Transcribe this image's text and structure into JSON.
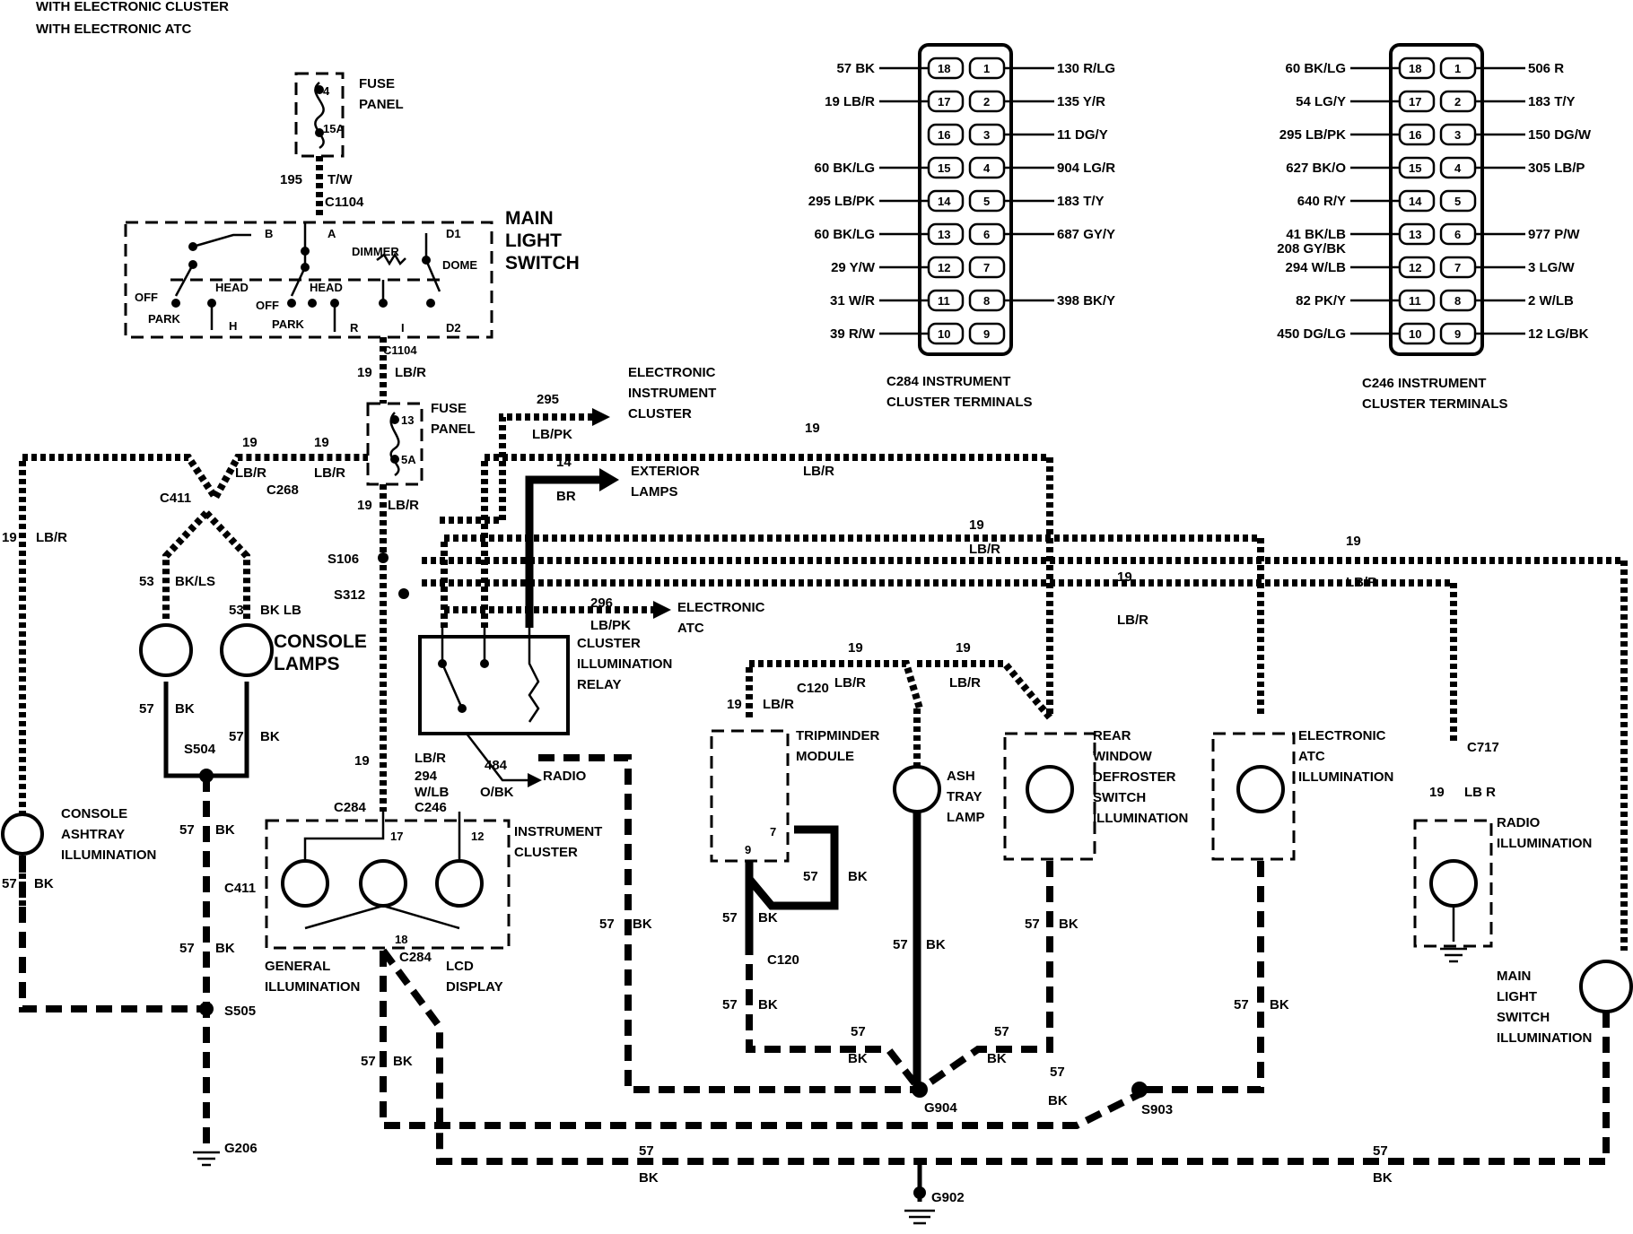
{
  "header": {
    "line1": "WITH ELECTRONIC CLUSTER",
    "line2": "WITH ELECTRONIC ATC"
  },
  "components": {
    "fuse_panel_top": {
      "label1": "FUSE",
      "label2": "PANEL",
      "pin": "4",
      "rating": "15A"
    },
    "fuse_panel_mid": {
      "label1": "FUSE",
      "label2": "PANEL",
      "pin": "13",
      "rating": "5A"
    },
    "main_light_switch": {
      "l1": "MAIN",
      "l2": "LIGHT",
      "l3": "SWITCH",
      "pin_b": "B",
      "pin_a": "A",
      "pin_d1": "D1",
      "pin_d2": "D2",
      "pin_h": "H",
      "pin_r": "R",
      "pin_i": "I",
      "off1": "OFF",
      "head1": "HEAD",
      "park1": "PARK",
      "off2": "OFF",
      "head2": "HEAD",
      "park2": "PARK",
      "dimmer": "DIMMER",
      "dome": "DOME"
    },
    "elec_cluster": {
      "l1": "ELECTRONIC",
      "l2": "INSTRUMENT",
      "l3": "CLUSTER"
    },
    "exterior_lamps": {
      "l1": "EXTERIOR",
      "l2": "LAMPS"
    },
    "electronic_atc": {
      "l1": "ELECTRONIC",
      "l2": "ATC"
    },
    "relay": {
      "l1": "CLUSTER",
      "l2": "ILLUMINATION",
      "l3": "RELAY"
    },
    "console_lamps": {
      "l1": "CONSOLE",
      "l2": "LAMPS"
    },
    "console_ashtray": {
      "l1": "CONSOLE",
      "l2": "ASHTRAY",
      "l3": "ILLUMINATION"
    },
    "instrument_cluster": {
      "l1": "INSTRUMENT",
      "l2": "CLUSTER",
      "pin17": "17",
      "pin12": "12",
      "pin18": "18"
    },
    "general_illum": {
      "l1": "GENERAL",
      "l2": "ILLUMINATION"
    },
    "lcd_display": {
      "l1": "LCD",
      "l2": "DISPLAY"
    },
    "tripminder": {
      "l1": "TRIPMINDER",
      "l2": "MODULE",
      "pin7": "7",
      "pin9": "9"
    },
    "ash_tray": {
      "l1": "ASH",
      "l2": "TRAY",
      "l3": "LAMP"
    },
    "rear_window": {
      "l1": "REAR",
      "l2": "WINDOW",
      "l3": "DEFROSTER",
      "l4": "SWITCH",
      "l5": "ILLUMINATION"
    },
    "atc_illum": {
      "l1": "ELECTRONIC",
      "l2": "ATC",
      "l3": "ILLUMINATION"
    },
    "radio_illum": {
      "l1": "RADIO",
      "l2": "ILLUMINATION"
    },
    "main_light_illum": {
      "l1": "MAIN",
      "l2": "LIGHT",
      "l3": "SWITCH",
      "l4": "ILLUMINATION"
    },
    "radio": {
      "l1": "RADIO"
    }
  },
  "connectors": {
    "c1104a": "C1104",
    "c1104b": "C1104",
    "c411a": "C411",
    "c411b": "C411",
    "c268": "C268",
    "c284a": "C284",
    "c284b": "C284",
    "c246": "C246",
    "c120a": "C120",
    "c120b": "C120",
    "c717": "C717",
    "s106": "S106",
    "s312": "S312",
    "s504": "S504",
    "s505": "S505",
    "s903": "S903",
    "g904": "G904",
    "g206": "G206",
    "g902": "G902"
  },
  "wires": {
    "w195": "195",
    "tw": "T/W",
    "w19": "19",
    "lbr": "LB/R",
    "lb_r": "LB R",
    "w295": "295",
    "lbpk": "LB/PK",
    "w14": "14",
    "br": "BR",
    "w296": "296",
    "w53": "53",
    "bkls": "BK/LS",
    "bk_lb": "BK LB",
    "w57": "57",
    "bk": "BK",
    "w294": "294",
    "wlb": "W/LB",
    "w484": "484",
    "obk": "O/BK"
  },
  "c284_table": {
    "caption1": "C284 INSTRUMENT",
    "caption2": "CLUSTER TERMINALS",
    "left": [
      "57 BK",
      "19 LB/R",
      "",
      "60 BK/LG",
      "295 LB/PK",
      "60 BK/LG",
      "29 Y/W",
      "31 W/R",
      "39 R/W"
    ],
    "right": [
      "130 R/LG",
      "135 Y/R",
      "11 DG/Y",
      "904 LG/R",
      "183 T/Y",
      "687 GY/Y",
      "",
      "398 BK/Y",
      ""
    ],
    "lpins": [
      "18",
      "17",
      "16",
      "15",
      "14",
      "13",
      "12",
      "11",
      "10"
    ],
    "rpins": [
      "1",
      "2",
      "3",
      "4",
      "5",
      "6",
      "7",
      "8",
      "9"
    ]
  },
  "c246_table": {
    "caption1": "C246 INSTRUMENT",
    "caption2": "CLUSTER TERMINALS",
    "left": [
      "60 BK/LG",
      "54 LG/Y",
      "295 LB/PK",
      "627 BK/O",
      "640 R/Y",
      "41 BK/LB",
      "294 W/LB",
      "82 PK/Y",
      "450 DG/LG"
    ],
    "left_extra": "208 GY/BK",
    "right": [
      "506 R",
      "183 T/Y",
      "150 DG/W",
      "305 LB/P",
      "",
      "977 P/W",
      "3 LG/W",
      "2 W/LB",
      "12 LG/BK"
    ],
    "lpins": [
      "18",
      "17",
      "16",
      "15",
      "14",
      "13",
      "12",
      "11",
      "10"
    ],
    "rpins": [
      "1",
      "2",
      "3",
      "4",
      "5",
      "6",
      "7",
      "8",
      "9"
    ]
  }
}
